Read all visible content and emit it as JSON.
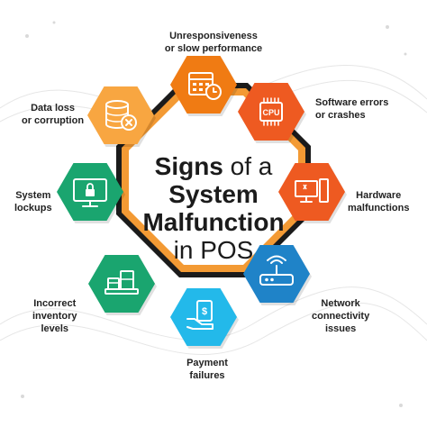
{
  "title": {
    "line1_bold": "Signs",
    "line1_light": " of a",
    "line2": "System",
    "line3": "Malfunction",
    "line4": "in POS"
  },
  "colors": {
    "orange": "#f07b13",
    "orange_light": "#f8a641",
    "red_orange": "#ee5a21",
    "green": "#1aa56f",
    "blue": "#1f83c8",
    "sky": "#23b9ea",
    "center_fill": "#f39a34",
    "center_border": "#1b1b1b"
  },
  "nodes": [
    {
      "name": "unresponsiveness",
      "icon": "calendar-clock-icon",
      "color": "#f07b13",
      "label_lines": [
        "Unresponsiveness",
        "or slow performance"
      ]
    },
    {
      "name": "software-errors",
      "icon": "cpu-chip-icon",
      "color": "#ee5a21",
      "label_lines": [
        "Software errors",
        "or crashes"
      ]
    },
    {
      "name": "hardware-malfunctions",
      "icon": "desktop-computer-icon",
      "color": "#ee5a21",
      "label_lines": [
        "Hardware",
        "malfunctions"
      ]
    },
    {
      "name": "network-connectivity",
      "icon": "router-icon",
      "color": "#1f83c8",
      "label_lines": [
        "Network",
        "connectivity",
        "issues"
      ]
    },
    {
      "name": "payment-failures",
      "icon": "payment-card-hand-icon",
      "color": "#23b9ea",
      "label_lines": [
        "Payment",
        "failures"
      ]
    },
    {
      "name": "incorrect-inventory",
      "icon": "inventory-boxes-icon",
      "color": "#1aa56f",
      "label_lines": [
        "Incorrect",
        "inventory",
        "levels"
      ]
    },
    {
      "name": "system-lockups",
      "icon": "monitor-lock-icon",
      "color": "#1aa56f",
      "label_lines": [
        "System",
        "lockups"
      ]
    },
    {
      "name": "data-loss",
      "icon": "database-error-icon",
      "color": "#f8a641",
      "label_lines": [
        "Data loss",
        "or corruption"
      ]
    }
  ]
}
